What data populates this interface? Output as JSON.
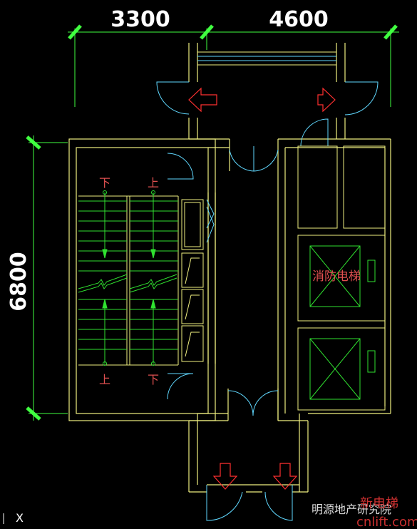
{
  "dimensions": {
    "top_left": "3300",
    "top_right": "4600",
    "left_vertical": "6800"
  },
  "stair_labels": {
    "down_top": "下",
    "up_top": "上",
    "up_bottom": "上",
    "down_bottom": "下"
  },
  "elevator_label": "消防电梯",
  "watermark": {
    "text": "明源地产研究院",
    "brand": "新电梯",
    "site": "cnlift.com"
  },
  "corner_mark": "X",
  "colors": {
    "background": "#000000",
    "wall": "#f0f080",
    "dimension": "#40ff40",
    "door": "#60d8ff",
    "stair": "#30e030",
    "arrow": "#ff3030",
    "elevator": "#30e030",
    "label": "#e05050"
  }
}
